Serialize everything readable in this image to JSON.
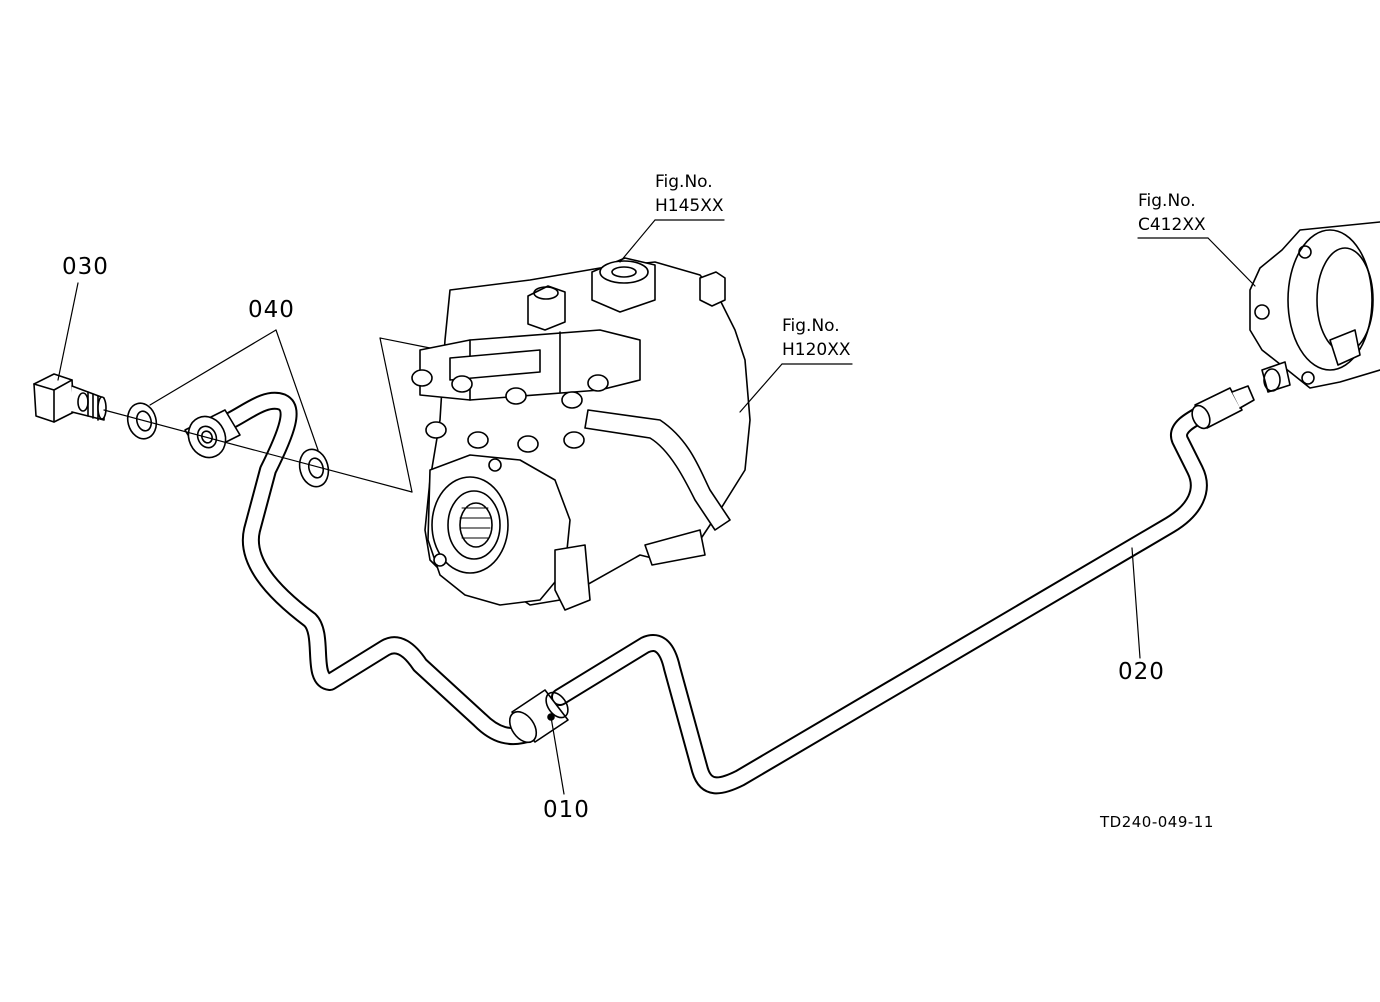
{
  "parts": [
    {
      "id": "010",
      "label": "010"
    },
    {
      "id": "020",
      "label": "020"
    },
    {
      "id": "030",
      "label": "030"
    },
    {
      "id": "040",
      "label": "040"
    }
  ],
  "figure_refs": [
    {
      "id": "h145",
      "line1": "Fig.No.",
      "line2": "H145XX"
    },
    {
      "id": "h120",
      "line1": "Fig.No.",
      "line2": "H120XX"
    },
    {
      "id": "c412",
      "line1": "Fig.No.",
      "line2": "C412XX"
    }
  ],
  "drawing_code": "TD240-049-11"
}
